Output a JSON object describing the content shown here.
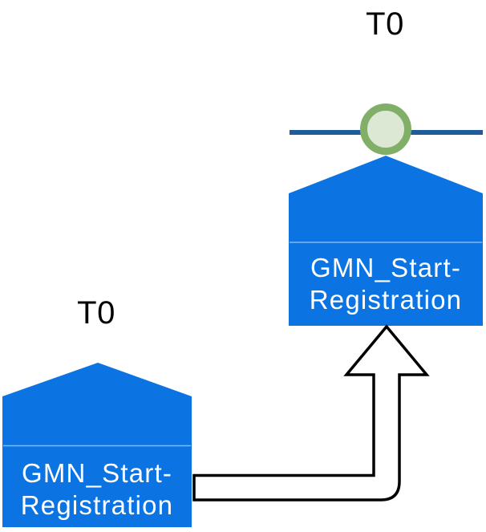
{
  "diagram": {
    "right_node": {
      "time_label": "T0",
      "label_line1": "GMN_Start-",
      "label_line2": "Registration"
    },
    "left_node": {
      "time_label": "T0",
      "label_line1": "GMN_Start-",
      "label_line2": "Registration"
    }
  },
  "colors": {
    "node_fill": "#0B74E2",
    "node_divider": "#9CC3F0",
    "timeline_line": "#1F5C99",
    "event_ring": "#82AF68",
    "event_fill": "#DCE8D3",
    "arrow_fill": "#FFFFFF",
    "arrow_outline": "#000000",
    "time_text": "#000000",
    "label_text": "#FFFFFF"
  }
}
